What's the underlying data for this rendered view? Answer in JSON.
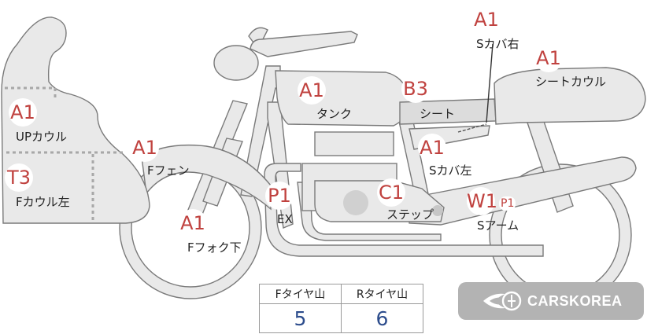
{
  "labels": [
    {
      "code": "A1",
      "name": "Sカバ右"
    },
    {
      "code": "A1",
      "name": "シートカウル"
    },
    {
      "code": "A1",
      "name": "タンク"
    },
    {
      "code": "B3",
      "name": "シート"
    },
    {
      "code": "A1",
      "name": "UPカウル"
    },
    {
      "code": "A1",
      "name": "Fフェン"
    },
    {
      "code": "T3",
      "name": "Fカウル左"
    },
    {
      "code": "A1",
      "name": "Sカバ左"
    },
    {
      "code": "P1",
      "name": "EX"
    },
    {
      "code": "C1",
      "name": "ステップ"
    },
    {
      "code": "W1",
      "code2": "P1",
      "name": "Sアーム"
    },
    {
      "code": "A1",
      "name": "Fフォク下"
    }
  ],
  "tire_table": {
    "headers": [
      "Fタイヤ山",
      "Rタイヤ山"
    ],
    "values": [
      "5",
      "6"
    ]
  },
  "logo": {
    "text": "CARSKOREA"
  },
  "colors": {
    "code": "#c0423f",
    "value": "#2c4c8c",
    "part": "#e9e9e9",
    "outline": "#7a7a7a"
  }
}
